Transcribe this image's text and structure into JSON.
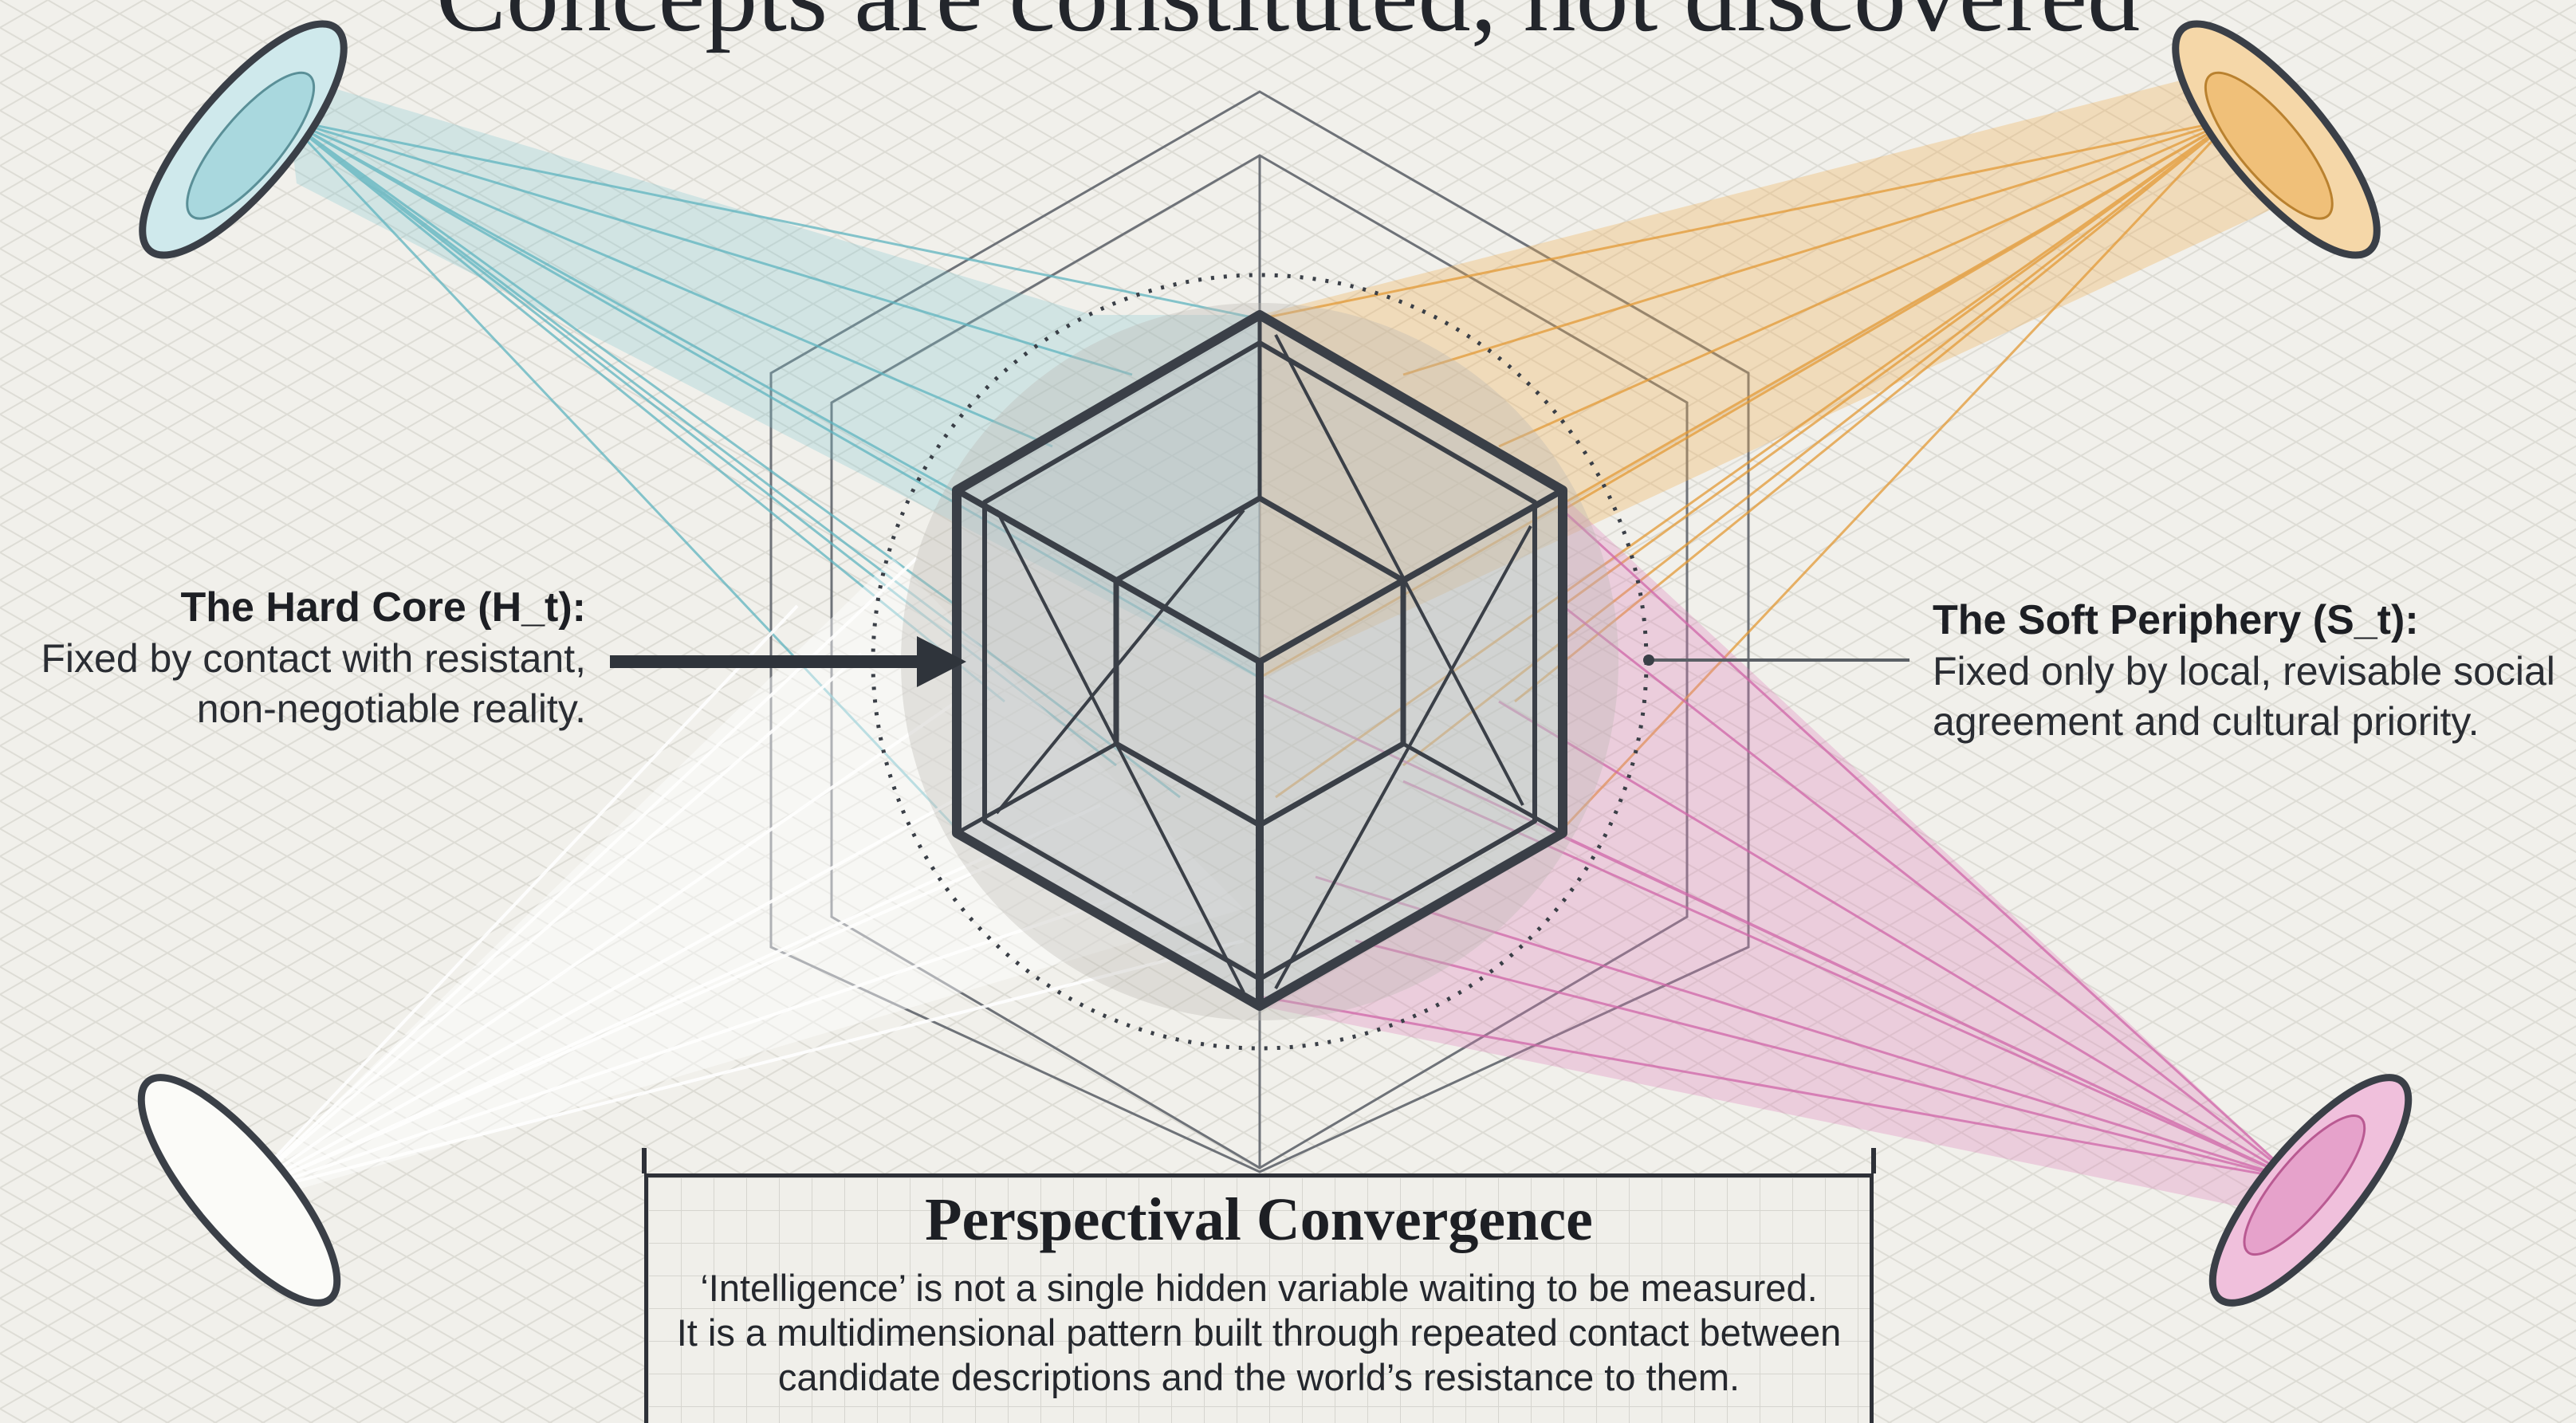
{
  "title": "Concepts are constituted, not discovered",
  "hard_core": {
    "heading": "The Hard Core (H_t):",
    "lines": [
      "Fixed by contact with resistant,",
      "non-negotiable reality."
    ]
  },
  "soft_periphery": {
    "heading": "The Soft Periphery (S_t):",
    "lines": [
      "Fixed only by local, revisable social",
      "agreement and cultural priority."
    ]
  },
  "convergence": {
    "title": "Perspectival Convergence",
    "lines": [
      "‘Intelligence’ is not a single hidden variable waiting to be measured.",
      "It is a multidimensional pattern built through repeated contact between",
      "candidate descriptions and the world’s resistance to them."
    ]
  },
  "colors": {
    "background": "#f1f0eb",
    "teal": "#7cc6cf",
    "orange": "#eeae55",
    "pink": "#dd7fb8",
    "white": "#ffffff",
    "ink": "#3a3f47"
  },
  "icons": [
    "teal-lens-icon",
    "orange-lens-icon",
    "pink-lens-icon",
    "white-lens-icon",
    "arrow-icon",
    "cube-icon"
  ]
}
